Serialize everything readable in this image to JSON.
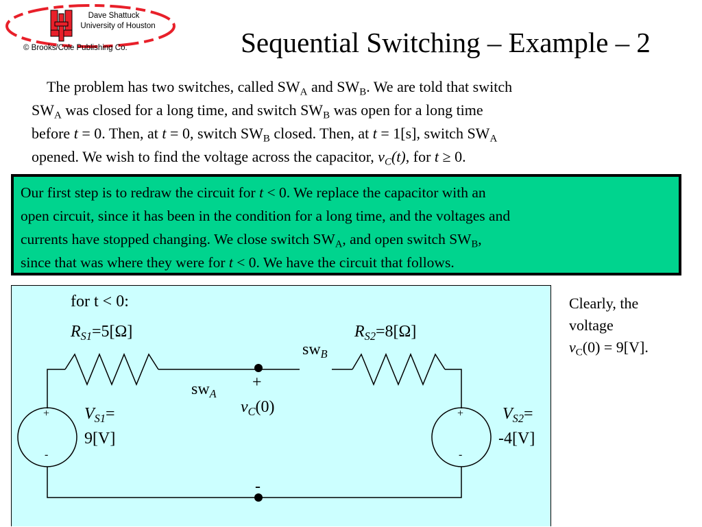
{
  "header": {
    "author": "Dave Shattuck",
    "university": "University of Houston",
    "publisher": "© Brooks/Cole Publishing Co.",
    "logo_text": "UH",
    "logo_colors": {
      "red": "#e8202a",
      "ellipse": "#e8202a"
    }
  },
  "title": "Sequential Switching – Example – 2",
  "problem": {
    "line1_a": "The problem has two switches, called SW",
    "line1_sub_a": "A",
    "line1_b": " and SW",
    "line1_sub_b": "B",
    "line1_c": ".  We are told that switch",
    "line2_a": "SW",
    "line2_sub_a": "A",
    "line2_b": " was closed for a long time, and switch SW",
    "line2_sub_b": "B",
    "line2_c": " was open for a long time",
    "line3_a": "before ",
    "line3_t1": "t",
    "line3_b": " = 0.  Then, at ",
    "line3_t2": "t",
    "line3_c": " = 0, switch SW",
    "line3_sub": "B",
    "line3_d": " closed.  Then, at ",
    "line3_t3": "t",
    "line3_e": " = 1[s], switch SW",
    "line3_sub2": "A",
    "line4_a": "opened.  We wish to find the voltage across the capacitor, ",
    "line4_v": "v",
    "line4_sub": "C",
    "line4_t": "(t)",
    "line4_b": ", for ",
    "line4_t2": "t",
    "line4_c": " ≥ 0."
  },
  "step": {
    "line1_a": "Our first step is to redraw the circuit for ",
    "line1_t": "t",
    "line1_b": " < 0.  We replace the capacitor with an",
    "line2": "open circuit, since it has been in the condition for a long time, and the voltages and",
    "line3_a": "currents have stopped changing.  We close switch SW",
    "line3_sub_a": "A",
    "line3_b": ", and open switch SW",
    "line3_sub_b": "B",
    "line3_c": ",",
    "line4_a": "since that was where they were for ",
    "line4_t": "t",
    "line4_b": " < 0.  We have the circuit that follows.",
    "box_color": "#00d48e"
  },
  "circuit": {
    "panel_color": "#ccffff",
    "condition": "for t < 0:",
    "rs1": {
      "sym": "R",
      "sub": "S1",
      "value": "=5[Ω]"
    },
    "rs2": {
      "sym": "R",
      "sub": "S2",
      "value": "=8[Ω]"
    },
    "vs1": {
      "sym": "V",
      "sub": "S1",
      "eq": "=",
      "value": "9[V]",
      "plus": "+",
      "minus": "-"
    },
    "vs2": {
      "sym": "V",
      "sub": "S2",
      "eq": "=",
      "value": "-4[V]",
      "plus": "+",
      "minus": "-"
    },
    "swa": {
      "sym": "sw",
      "sub": "A"
    },
    "swb": {
      "sym": "sw",
      "sub": "B"
    },
    "vc": {
      "plus": "+",
      "sym": "v",
      "sub": "C",
      "arg": "(0)",
      "minus": "-"
    }
  },
  "note": {
    "line1": "Clearly, the",
    "line2": "voltage",
    "line3_v": "v",
    "line3_sub": "C",
    "line3_b": "(0) = 9[V]."
  }
}
